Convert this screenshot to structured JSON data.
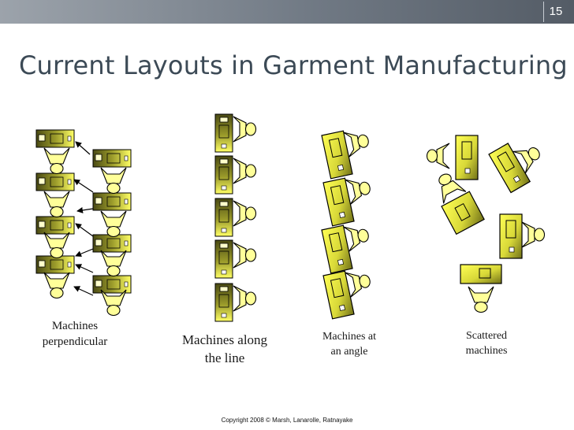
{
  "slide": {
    "number": "15",
    "title": "Current Layouts in Garment Manufacturing",
    "copyright": "Copyright 2008 © Marsh, Lanarolle, Ratnayake"
  },
  "layouts": [
    {
      "id": "perpendicular",
      "caption_lines": [
        "Machines",
        "perpendicular"
      ]
    },
    {
      "id": "along-line",
      "caption_lines": [
        "Machines along",
        "the line"
      ]
    },
    {
      "id": "angle",
      "caption_lines": [
        "Machines at",
        "an angle"
      ]
    },
    {
      "id": "scattered",
      "caption_lines": [
        "Scattered",
        "machines"
      ]
    }
  ],
  "colors": {
    "header_bar": "#707984",
    "title": "#3c4a56",
    "machine_dark": "#5a5a1a",
    "machine_light": "#ffff66",
    "operator_fill": "#ffff99",
    "outline": "#000000"
  }
}
